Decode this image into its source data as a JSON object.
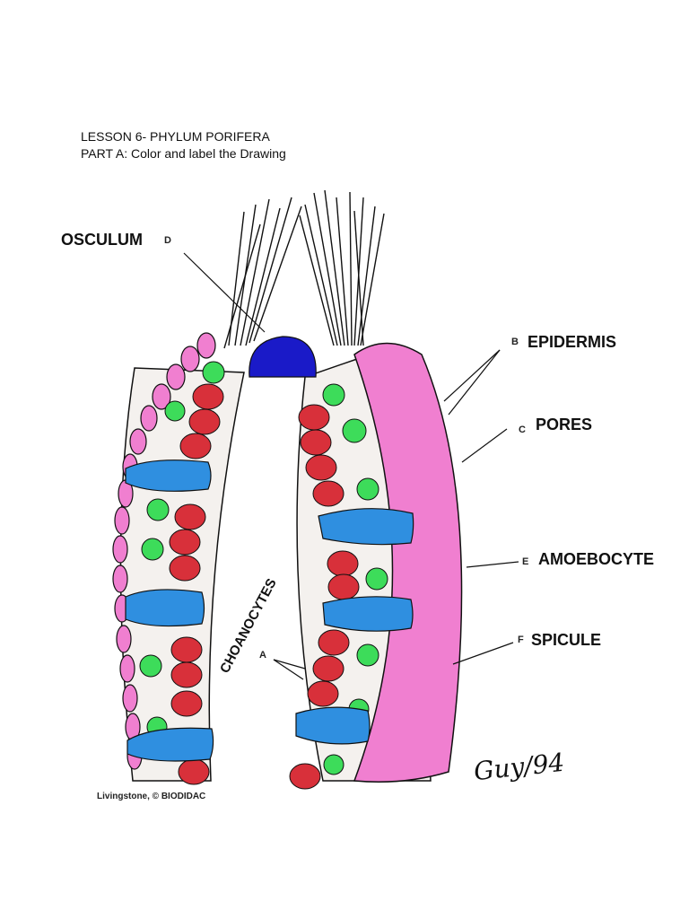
{
  "header": {
    "line1": "LESSON 6- PHYLUM PORIFERA",
    "line2": "PART A: Color and label the Drawing"
  },
  "labels": {
    "osculum": "OSCULUM",
    "osculum_letter": "D",
    "epidermis": "EPIDERMIS",
    "epidermis_letter": "B",
    "pores": "PORES",
    "pores_letter": "C",
    "amoebocyte": "AMOEBOCYTE",
    "amoebocyte_letter": "E",
    "spicule": "SPICULE",
    "spicule_letter": "F",
    "choanocytes": "CHOANOCYTES",
    "choanocytes_letter": "A"
  },
  "credit": "Livingstone, © BIODIDAC",
  "signature": "Guy/94",
  "colors": {
    "epidermis_pink": "#f07fd0",
    "choanocyte_red": "#d8303a",
    "amoebocyte_green": "#3ddc5a",
    "porocyte_blue": "#2f8fe0",
    "osculum_blue": "#1a1ac8",
    "outline": "#111111"
  }
}
